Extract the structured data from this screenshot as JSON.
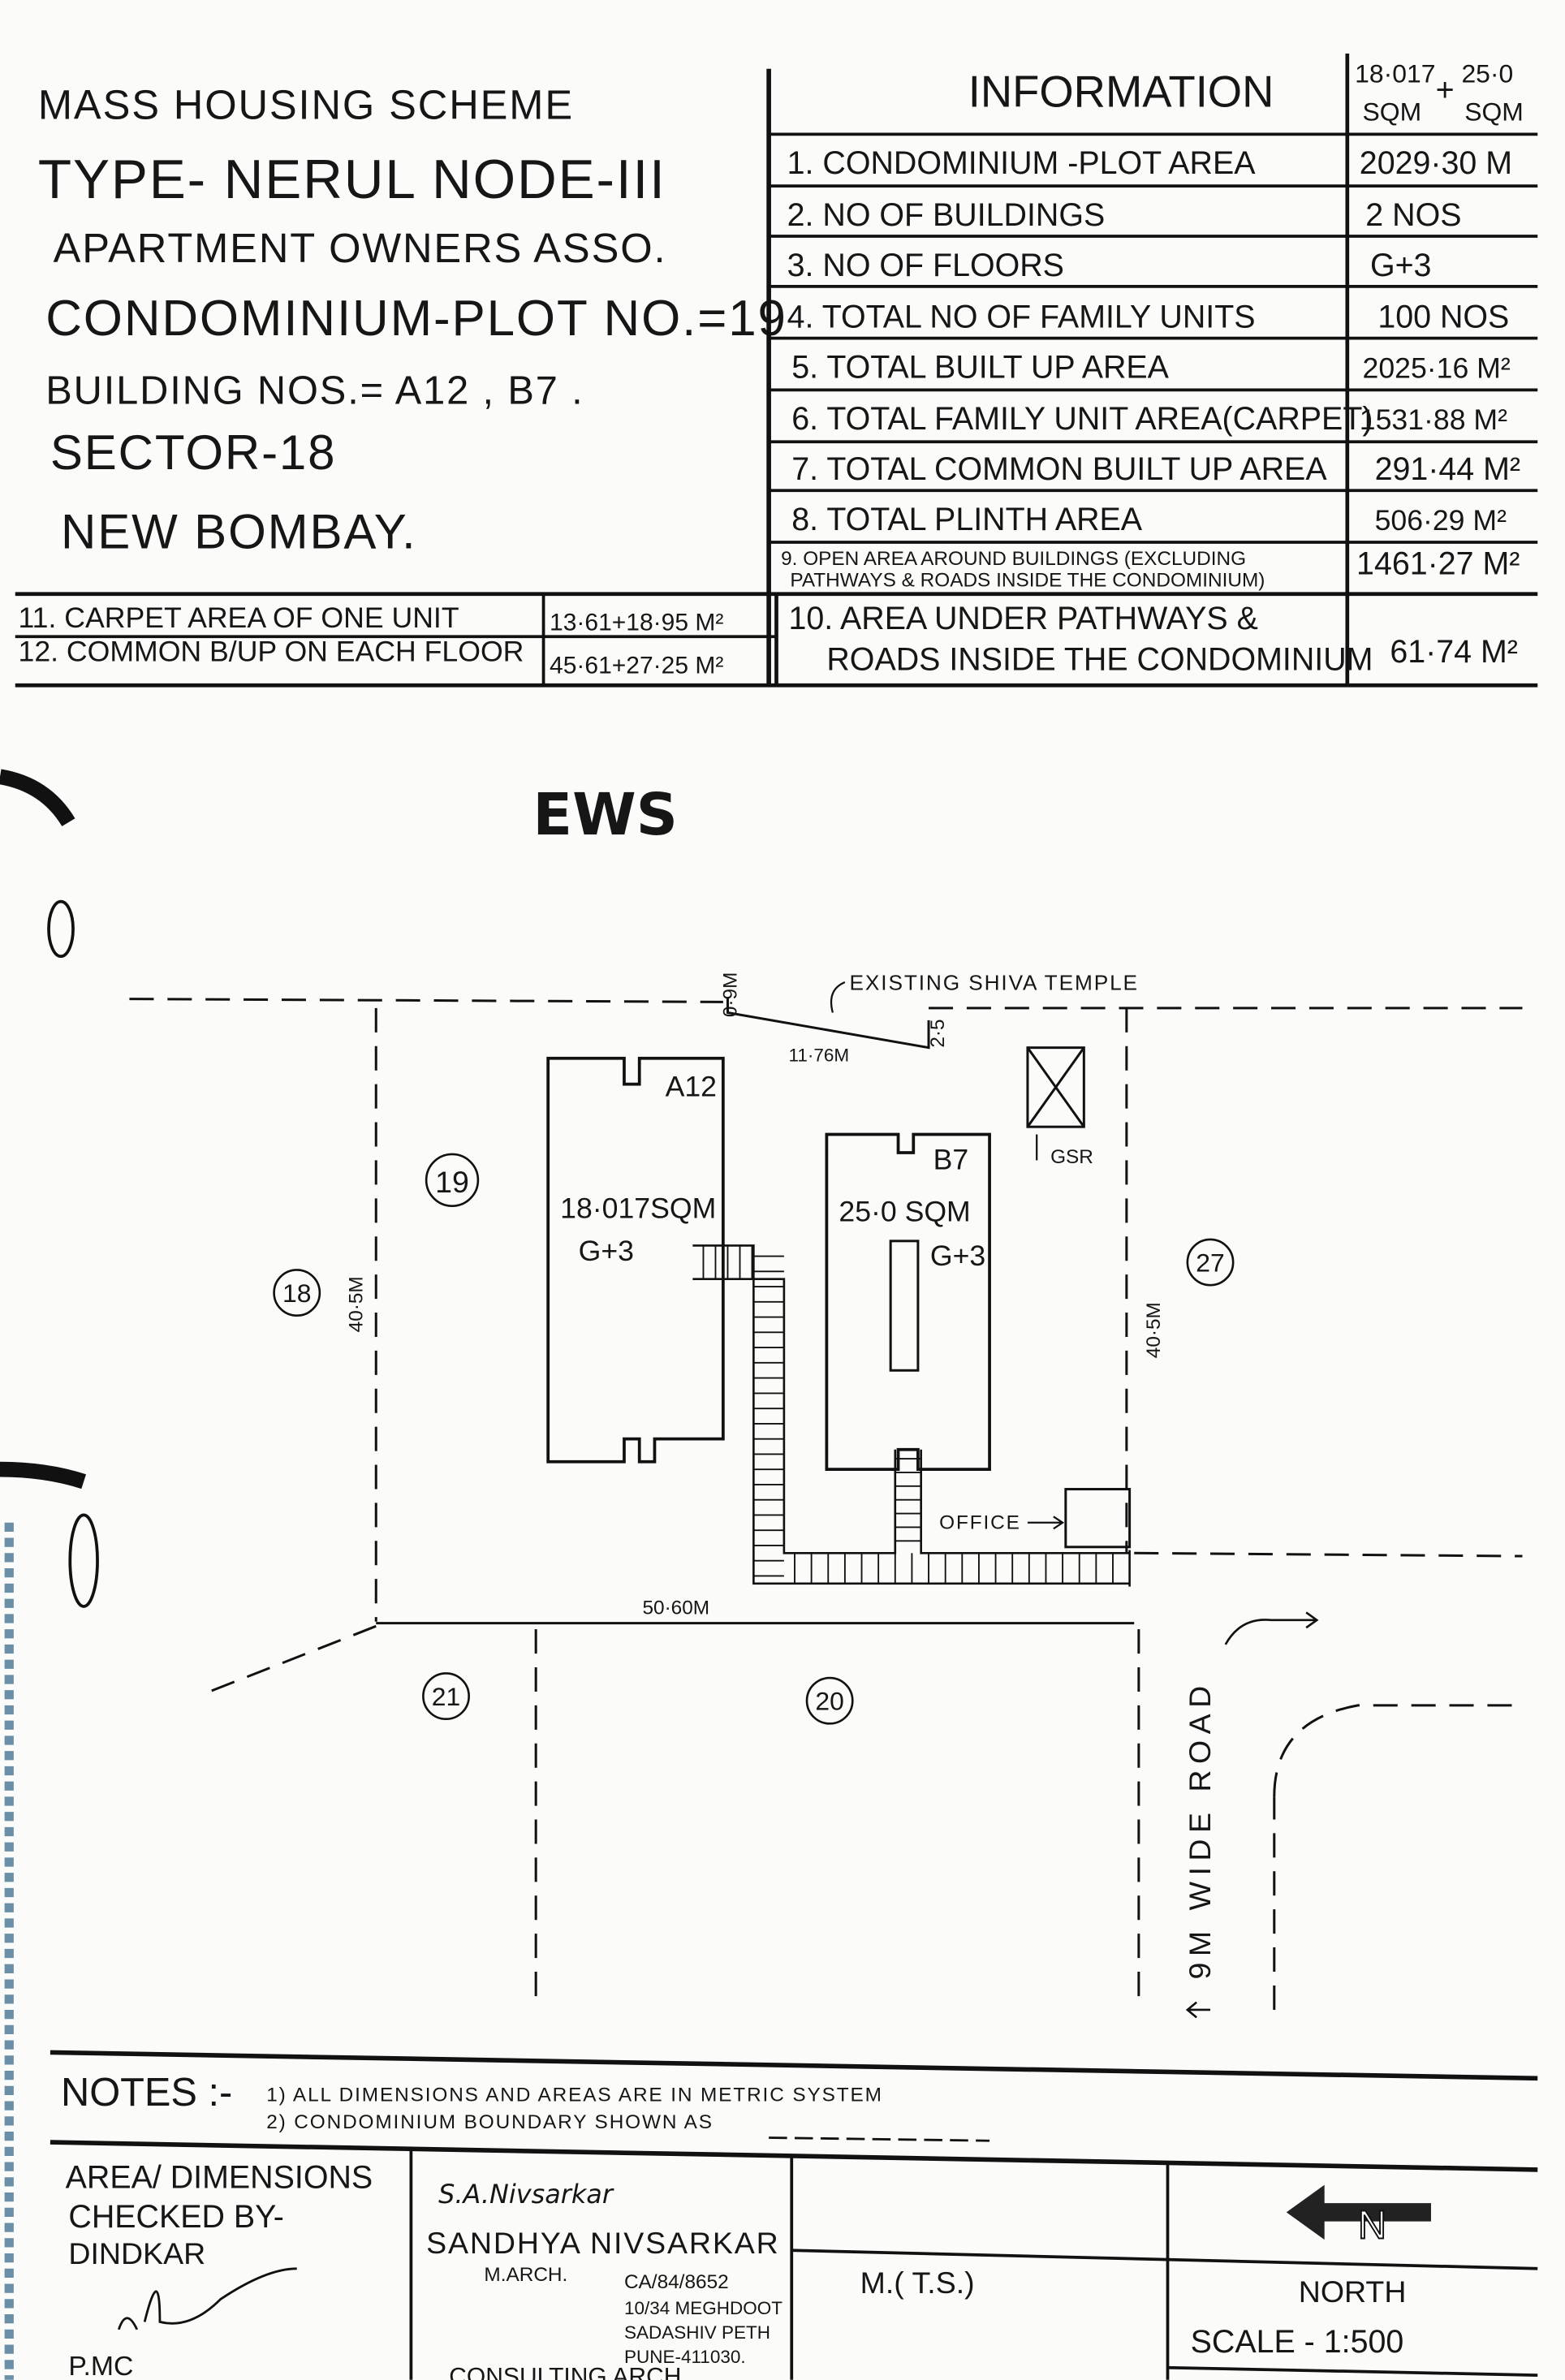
{
  "title_block": {
    "line1": "MASS HOUSING SCHEME",
    "line2": "TYPE- NERUL NODE-III",
    "line3": "APARTMENT OWNERS ASSO.",
    "line4": "CONDOMINIUM-PLOT NO.=19",
    "line5": "BUILDING NOS.= A12 , B7 .",
    "line6": "SECTOR-18",
    "line7": "NEW BOMBAY."
  },
  "information": {
    "heading": "INFORMATION",
    "header_value_a": "18·017",
    "header_value_b": "25·0",
    "header_unit_a": "SQM",
    "header_unit_b": "SQM",
    "header_plus": "+",
    "rows": [
      {
        "label": "1. CONDOMINIUM -PLOT AREA",
        "value": "2029·30 M"
      },
      {
        "label": "2. NO OF BUILDINGS",
        "value": "2 NOS"
      },
      {
        "label": "3. NO OF FLOORS",
        "value": "G+3"
      },
      {
        "label": "4. TOTAL NO OF FAMILY UNITS",
        "value": "100 NOS"
      },
      {
        "label": "5. TOTAL BUILT UP AREA",
        "value": "2025·16 M²"
      },
      {
        "label": "6. TOTAL FAMILY UNIT AREA(CARPET)",
        "value": "1531·88 M²"
      },
      {
        "label": "7. TOTAL COMMON BUILT UP AREA",
        "value": "291·44 M²"
      },
      {
        "label": "8. TOTAL PLINTH AREA",
        "value": "506·29 M²"
      },
      {
        "label": "9. OPEN AREA AROUND BUILDINGS (EXCLUDING",
        "label2": "PATHWAYS & ROADS INSIDE THE CONDOMINIUM)",
        "value": "1461·27 M²"
      },
      {
        "label": "10. AREA UNDER PATHWAYS &",
        "label2": "ROADS INSIDE THE CONDOMINIUM",
        "value": "61·74 M²"
      }
    ],
    "row11": {
      "label": "11. CARPET AREA OF ONE UNIT",
      "value": "13·61+18·95 M²"
    },
    "row12": {
      "label": "12. COMMON B/UP ON EACH FLOOR",
      "value": "45·61+27·25 M²"
    }
  },
  "category": "EWS",
  "plan": {
    "temple": "EXISTING SHIVA TEMPLE",
    "dim_09": "0·9M",
    "dim_1176": "11·76M",
    "dim_25": "2·5",
    "dim_left": "40·5M",
    "dim_right": "40·5M",
    "dim_bottom": "50·60M",
    "bldg_a": {
      "name": "A12",
      "area": "18·017SQM",
      "floors": "G+3"
    },
    "bldg_b": {
      "name": "B7",
      "area": "25·0 SQM",
      "floors": "G+3"
    },
    "gsr": "GSR",
    "office": "OFFICE",
    "road": "9M WIDE ROAD",
    "plots": [
      "19",
      "18",
      "27",
      "21",
      "20"
    ]
  },
  "notes": {
    "heading": "NOTES :-",
    "note1": "1) ALL DIMENSIONS AND AREAS ARE IN METRIC SYSTEM",
    "note2": "2) CONDOMINIUM BOUNDARY SHOWN AS"
  },
  "footer": {
    "checked_line1": "AREA/ DIMENSIONS",
    "checked_line2": "CHECKED BY-",
    "checked_line3": "DINDKAR",
    "pmc": "P.MC",
    "architect_signature": "S.A.Nivsarkar",
    "architect_name": "SANDHYA NIVSARKAR",
    "qualification": "M.ARCH.",
    "reg_no": "CA/84/8652",
    "addr1": "10/34 MEGHDOOT",
    "addr2": "SADASHIV PETH",
    "addr3": "PUNE-411030.",
    "consult": "CONSULTING ARCH.",
    "mts": "M.( T.S.)",
    "north_letter": "N",
    "north": "NORTH",
    "scale": "SCALE - 1:500"
  }
}
